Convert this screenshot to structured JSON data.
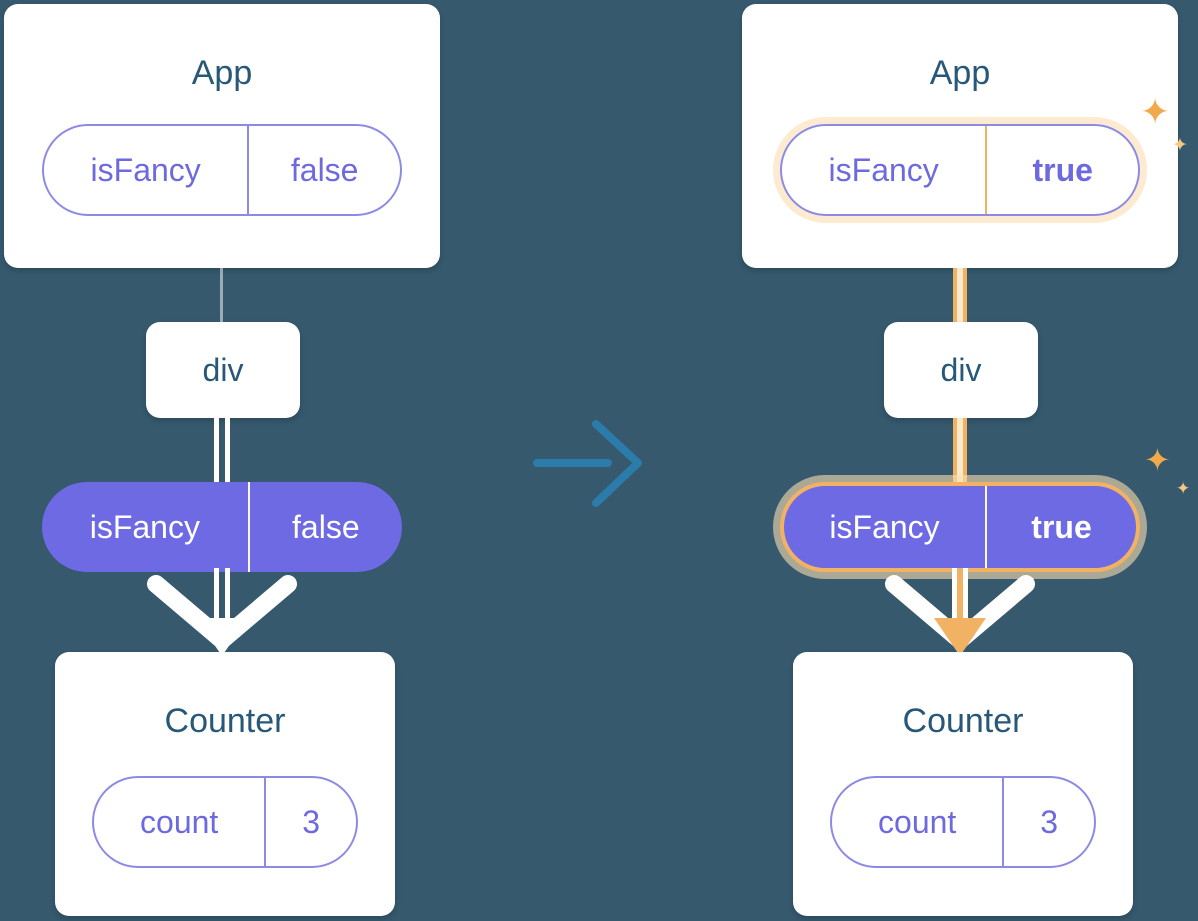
{
  "colors": {
    "background": "#36596E",
    "card_background": "#FFFFFF",
    "card_text": "#275878",
    "state_purple_text": "#6D6ADF",
    "state_purple_border": "#8D8AE6",
    "pill_fill_purple": "#6E6AE4",
    "highlight_orange": "#F2B263",
    "highlight_glow": "#FAE0B0",
    "sparkle_orange": "#F2A94C",
    "transition_arrow_blue": "#2B7BAB",
    "connector_white": "#FFFFFF"
  },
  "icons": {
    "sparkle": "✦"
  },
  "left_tree": {
    "app": {
      "title": "App",
      "state_name": "isFancy",
      "state_value": "false"
    },
    "div_label": "div",
    "pill_name": "isFancy",
    "pill_value": "false",
    "counter": {
      "title": "Counter",
      "state_name": "count",
      "state_value": "3"
    }
  },
  "right_tree": {
    "app": {
      "title": "App",
      "state_name": "isFancy",
      "state_value": "true"
    },
    "div_label": "div",
    "pill_name": "isFancy",
    "pill_value": "true",
    "counter": {
      "title": "Counter",
      "state_name": "count",
      "state_value": "3"
    }
  }
}
